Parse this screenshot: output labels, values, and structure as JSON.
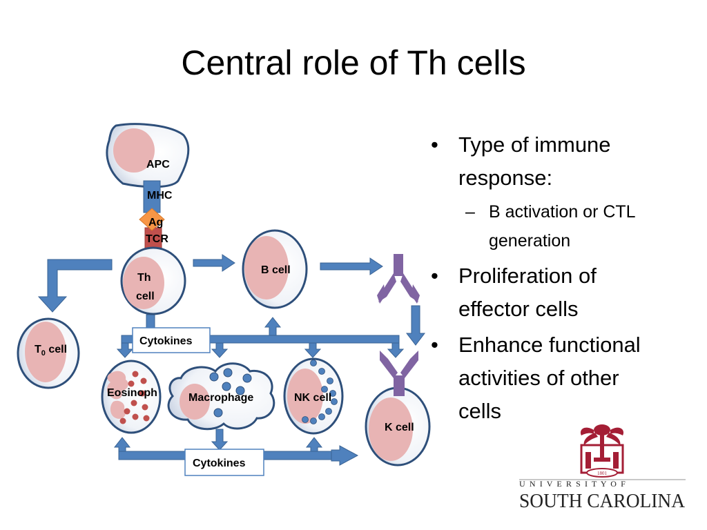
{
  "slide": {
    "title": "Central role of Th cells"
  },
  "diagram": {
    "apc": "APC",
    "mhc": "MHC",
    "ag": "Ag",
    "tcr": "TCR",
    "th_line1": "Th",
    "th_line2": "cell",
    "b_cell": "B cell",
    "t0_main": "T",
    "t0_sub": "0",
    "t0_rest": " cell",
    "cytokines_top": "Cytokines",
    "cytokines_bottom": "Cytokines",
    "eosinophil": "Eosinoph",
    "macrophage": "Macrophage",
    "nk_cell": "NK cell",
    "k_cell": "K cell"
  },
  "bullets": [
    {
      "text": "Type of immune response:",
      "sub": [
        "B activation or CTL generation"
      ]
    },
    {
      "text": "Proliferation of effector cells",
      "sub": []
    },
    {
      "text": "Enhance functional activities of other cells",
      "sub": []
    }
  ],
  "logo": {
    "top_text": "U N I V E R S I T Y   O F",
    "main_text": "SOUTH CAROLINA",
    "seal_year": "1801"
  },
  "colors": {
    "arrow": "#4f81bd",
    "cell_outline": "#2e4f7a",
    "nucleus": "#e8b4b4",
    "antibody": "#8064a2",
    "tcr": "#c0504d",
    "antigen": "#f79646",
    "seal": "#a41e35"
  }
}
